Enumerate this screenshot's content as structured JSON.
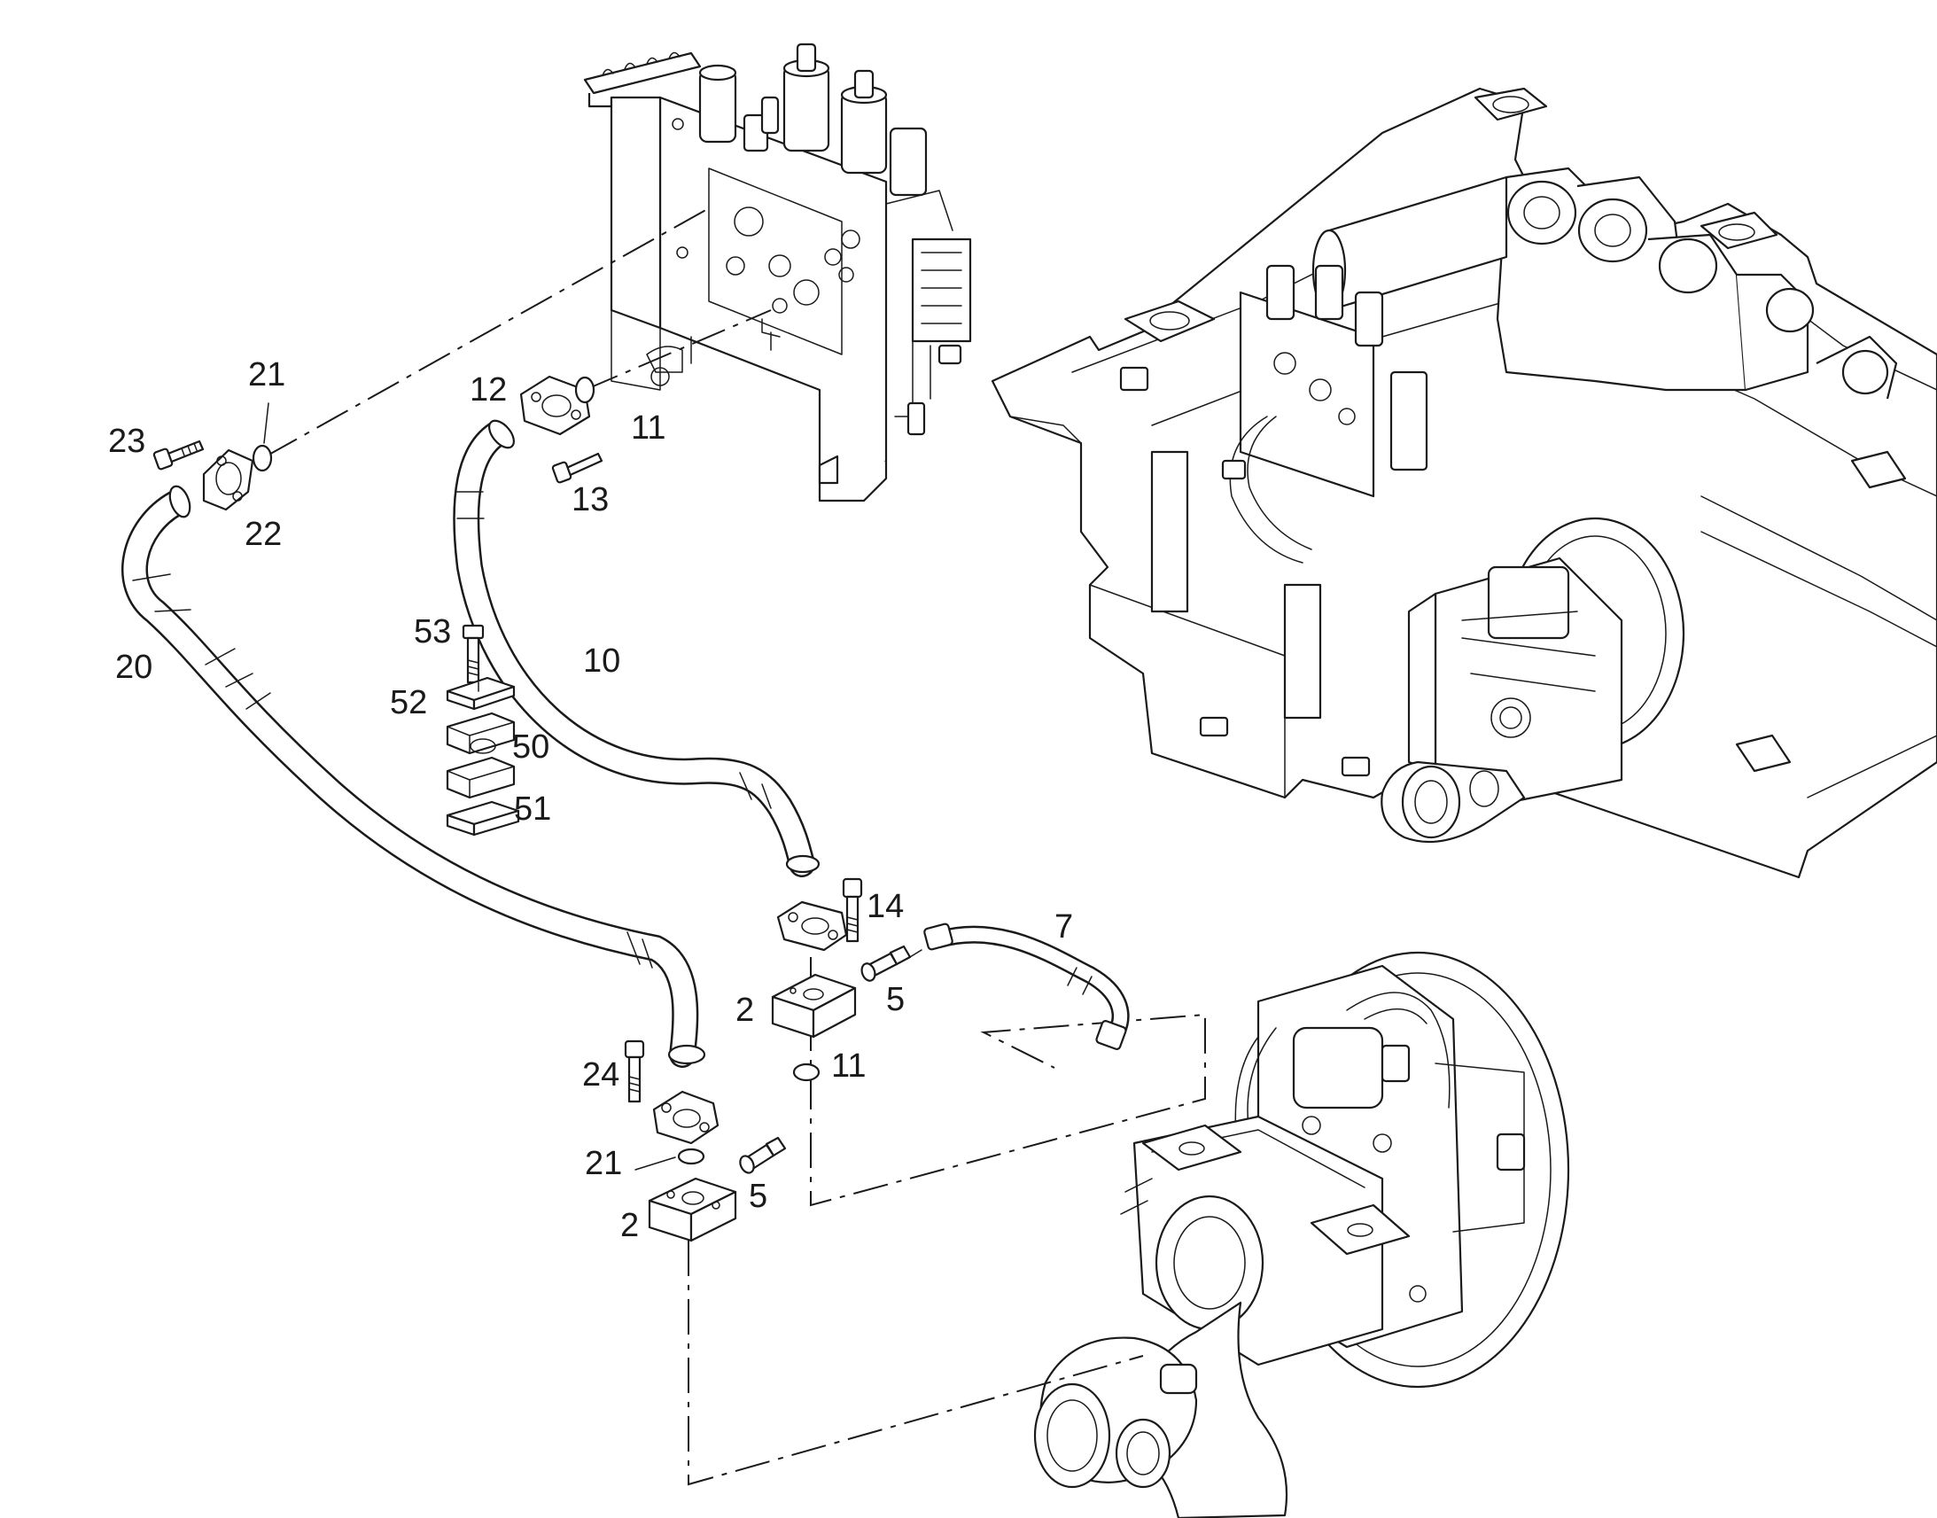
{
  "callouts": {
    "c21a": "21",
    "c23": "23",
    "c22": "22",
    "c12": "12",
    "c11a": "11",
    "c13": "13",
    "c20": "20",
    "c10": "10",
    "c53": "53",
    "c52": "52",
    "c50": "50",
    "c51": "51",
    "c14": "14",
    "c7": "7",
    "c2a": "2",
    "c5a": "5",
    "c11b": "11",
    "c24": "24",
    "c21b": "21",
    "c5b": "5",
    "c2b": "2"
  }
}
